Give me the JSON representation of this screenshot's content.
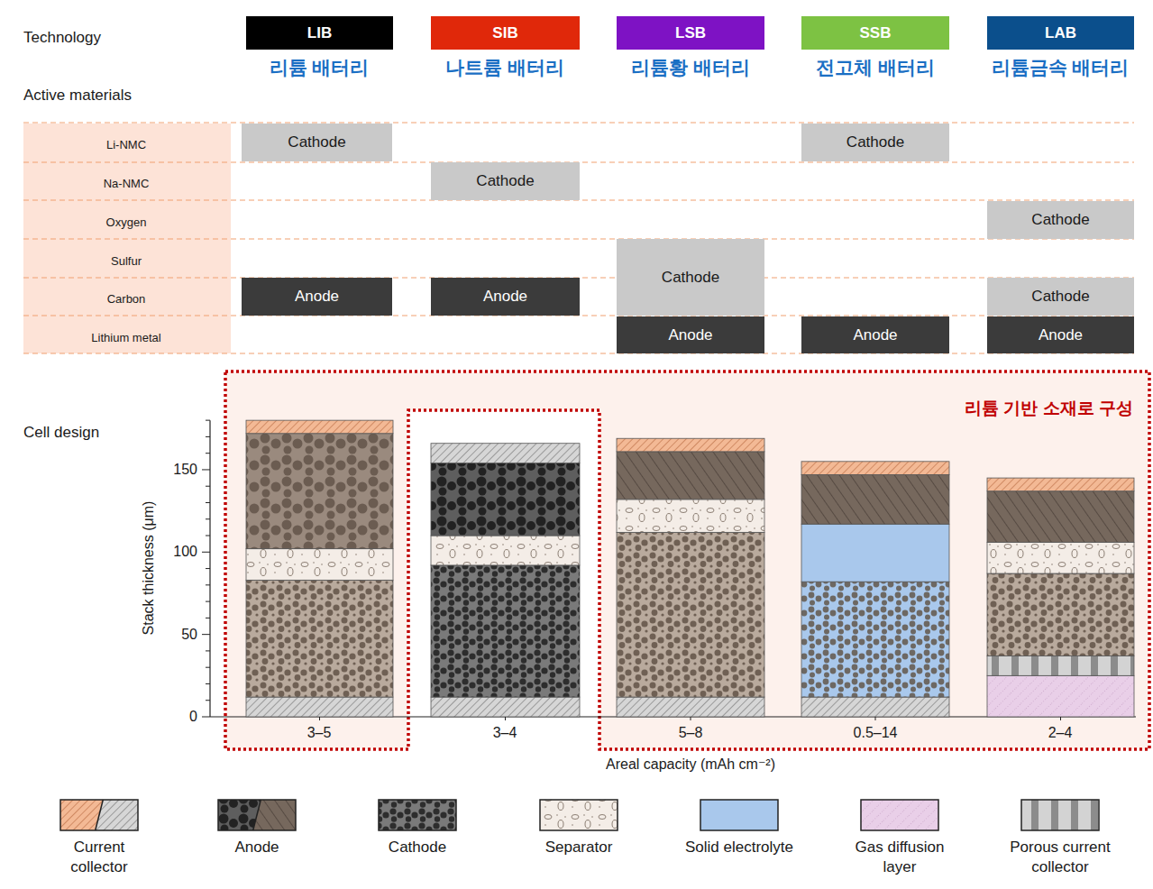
{
  "diagram": {
    "nodes": [
      {
        "text": [
          "LIB"
        ]
      },
      {
        "text": [
          "SIB"
        ]
      },
      {
        "text": [
          "LSB"
        ]
      },
      {
        "text": [
          "SSB"
        ]
      },
      {
        "text": [
          "LAB"
        ]
      },
      {
        "text": [
          "Cathode"
        ]
      },
      {
        "text": [
          "Cathode"
        ]
      },
      {
        "text": [
          "Cathode"
        ]
      },
      {
        "text": [
          "Cathode"
        ]
      },
      {
        "text": [
          "Cathode"
        ]
      },
      {
        "text": [
          "Anode"
        ]
      },
      {
        "text": [
          "Anode"
        ]
      },
      {
        "text": [
          "Cathode"
        ]
      },
      {
        "text": [
          "Anode"
        ]
      },
      {
        "text": [
          "Anode"
        ]
      },
      {
        "text": [
          "Anode"
        ]
      }
    ],
    "labels": [
      "Technology",
      "리튬 배터리",
      "나트륨 배터리",
      "리튬황 배터리",
      "전고체 배터리",
      "리튬금속 배터리",
      "Active materials",
      "Li-NMC",
      "Na-NMC",
      "Oxygen",
      "Sulfur",
      "Carbon",
      "Lithium metal",
      "Cell design",
      "리튬 기반 소재로 구성",
      "Stack thickness (μm)",
      "0",
      "50",
      "100",
      "150",
      "3–5",
      "3–4",
      "5–8",
      "0.5–14",
      "2–4",
      "Areal capacity (mAh cm⁻²)"
    ],
    "legend": [
      {
        "text": "Current collector"
      },
      {
        "text": "Anode"
      },
      {
        "text": "Cathode"
      },
      {
        "text": "Separator"
      },
      {
        "text": "Solid electrolyte",
        "color": "#a9c8ec"
      },
      {
        "text": "Gas diffusion layer"
      },
      {
        "text": "Porous current collector"
      }
    ]
  }
}
